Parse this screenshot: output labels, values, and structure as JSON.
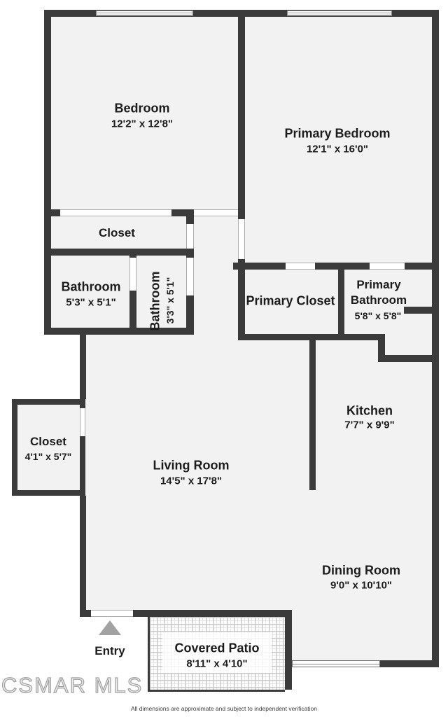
{
  "rooms": {
    "bedroom": {
      "name": "Bedroom",
      "dims": "12'2\" x 12'8\""
    },
    "primary_bedroom": {
      "name": "Primary Bedroom",
      "dims": "12'1\" x 16'0\""
    },
    "closet_top": {
      "name": "Closet"
    },
    "bathroom_1": {
      "name": "Bathroom",
      "dims": "5'3\" x 5'1\""
    },
    "bathroom_2": {
      "name": "Bathroom",
      "dims": "3'3\" x 5'1\""
    },
    "primary_closet": {
      "name": "Primary Closet"
    },
    "primary_bathroom": {
      "name_line1": "Primary",
      "name_line2": "Bathroom",
      "dims": "5'8\" x 5'8\""
    },
    "kitchen": {
      "name": "Kitchen",
      "dims": "7'7\" x 9'9\""
    },
    "closet_left": {
      "name": "Closet",
      "dims": "4'1\" x 5'7\""
    },
    "living_room": {
      "name": "Living Room",
      "dims": "14'5\" x 17'8\""
    },
    "dining_room": {
      "name": "Dining Room",
      "dims": "9'0\" x 10'10\""
    },
    "covered_patio": {
      "name": "Covered Patio",
      "dims": "8'11\" x 4'10\""
    }
  },
  "entry_label": "Entry",
  "watermark": "CSMAR MLS",
  "disclaimer": "All dimensions are approximate and subject to independent verification",
  "colors": {
    "wall": "#3b3b3b",
    "room_fill": "#f2f2f2",
    "text": "#1c1c1c",
    "entry_arrow": "#a2a2a2",
    "tile_grout": "#c9c9c9"
  }
}
